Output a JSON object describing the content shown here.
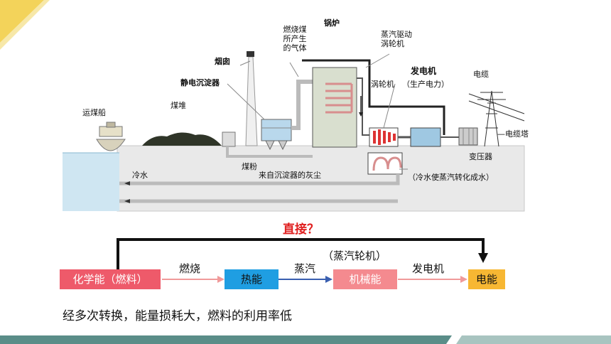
{
  "plant": {
    "labels": {
      "gas": "燃烧煤\n所产生\n的气体",
      "boiler": "锅炉",
      "steam_drive": "蒸汽驱动\n涡轮机",
      "chimney": "烟囱",
      "precipitator": "静电沉淀器",
      "generator": "发电机",
      "power_gen": "（生产电力）",
      "turbine": "涡轮机",
      "cable": "电缆",
      "coal_ship": "运煤船",
      "coal_pile": "煤堆",
      "tower": "—电缆塔",
      "transformer": "变压器",
      "cold_water": "冷水",
      "coal_powder": "煤粉",
      "dust": "来自沉淀器的灰尘",
      "condense": "（冷水使蒸汽转化成水）"
    }
  },
  "flow": {
    "direct_question": "直接？",
    "nodes": [
      "化学能（燃料）",
      "热能",
      "机械能",
      "电能"
    ],
    "edges": [
      "燃烧",
      "蒸汽",
      "（蒸汽轮机）",
      "发电机"
    ]
  },
  "conclusion": "经多次转换，能量损耗大，燃料的利用率低",
  "colors": {
    "chemical": "#ee5a6a",
    "heat": "#1f9ee2",
    "mechanical": "#f48a8f",
    "electric": "#f7b733",
    "accent_red": "#e02020",
    "water": "#cfe6f2",
    "corner": "#f3d35a",
    "bar": "#5a8d88"
  }
}
